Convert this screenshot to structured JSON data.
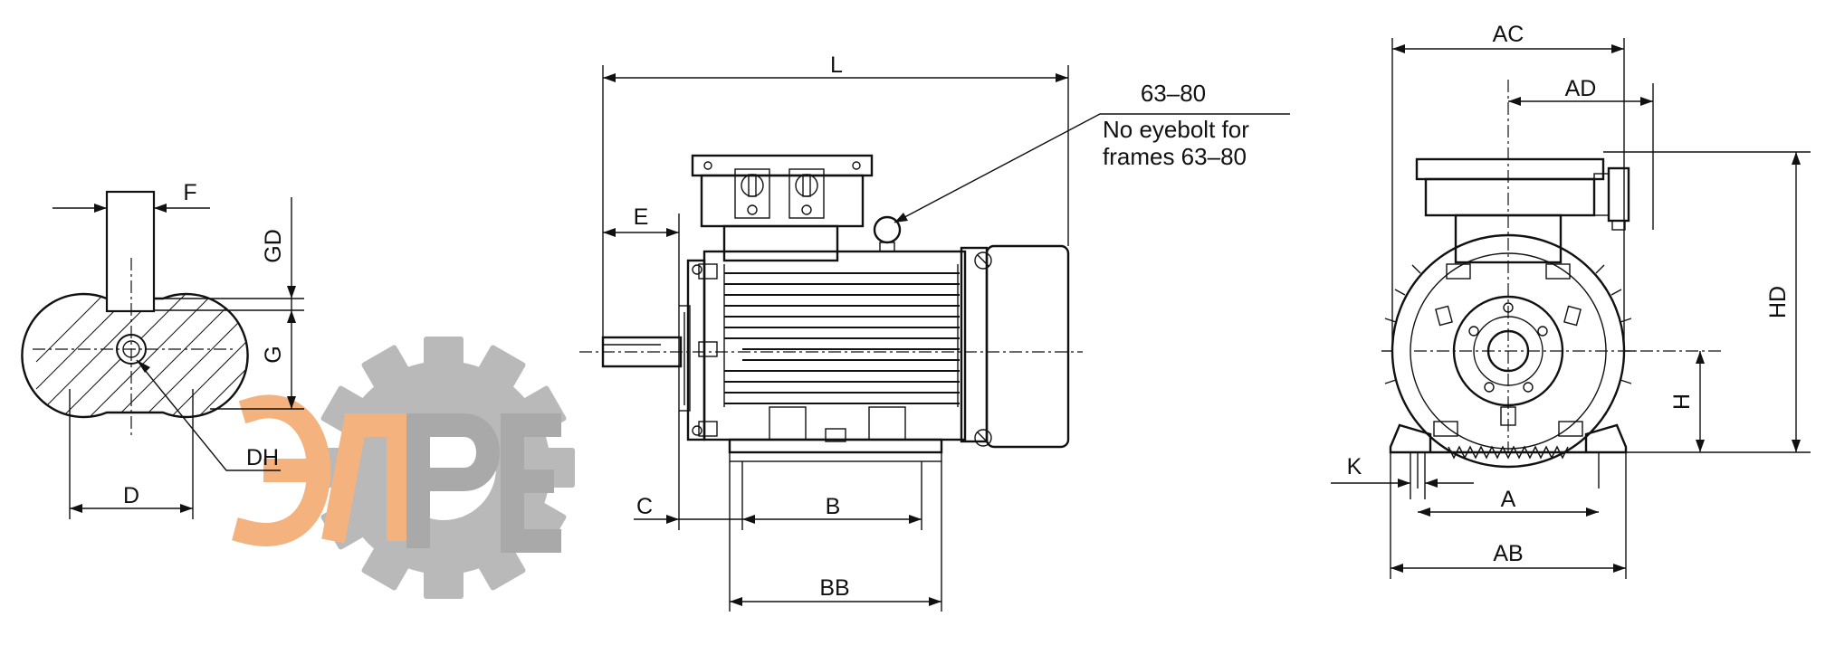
{
  "watermark": {
    "logo_text": "ЭЛРЕ",
    "colors": {
      "gear": "#b9b9b9",
      "letters_orange": "#f3b27e",
      "letters_gray": "#a9a9a9"
    }
  },
  "views": {
    "shaft_section": {
      "labels": {
        "f": "F",
        "gd": "GD",
        "g": "G",
        "dh": "DH",
        "d": "D"
      }
    },
    "side_view": {
      "labels": {
        "l": "L",
        "e": "E",
        "c": "C",
        "b": "B",
        "bb": "BB"
      }
    },
    "end_view": {
      "labels": {
        "ac": "AC",
        "ad": "AD",
        "hd": "HD",
        "h": "H",
        "k": "K",
        "a": "A",
        "ab": "AB"
      }
    }
  },
  "note": {
    "frames": "63–80",
    "line1": "No eyebolt for",
    "line2": "frames 63–80"
  },
  "colors": {
    "line": "#111111",
    "background": "#ffffff"
  }
}
